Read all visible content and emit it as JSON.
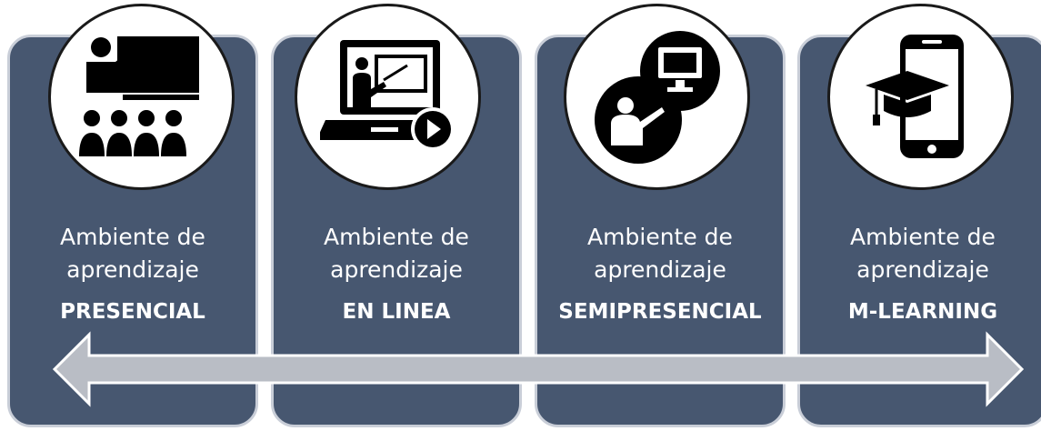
{
  "stages": [
    {
      "line1": "Ambiente de",
      "line2": "aprendizaje",
      "type": "PRESENCIAL",
      "icon": "classroom-teacher-icon"
    },
    {
      "line1": "Ambiente de",
      "line2": "aprendizaje",
      "type": "EN LINEA",
      "icon": "laptop-video-teacher-icon"
    },
    {
      "line1": "Ambiente de",
      "line2": "aprendizaje",
      "type": "SEMIPRESENCIAL",
      "icon": "teacher-monitor-icon"
    },
    {
      "line1": "Ambiente de",
      "line2": "aprendizaje",
      "type": "M-LEARNING",
      "icon": "phone-graduation-cap-icon"
    }
  ],
  "colors": {
    "panel": "#475770",
    "panel_border": "#c9ced8",
    "arrow_fill": "#b9bdc5",
    "icon": "#000000"
  }
}
